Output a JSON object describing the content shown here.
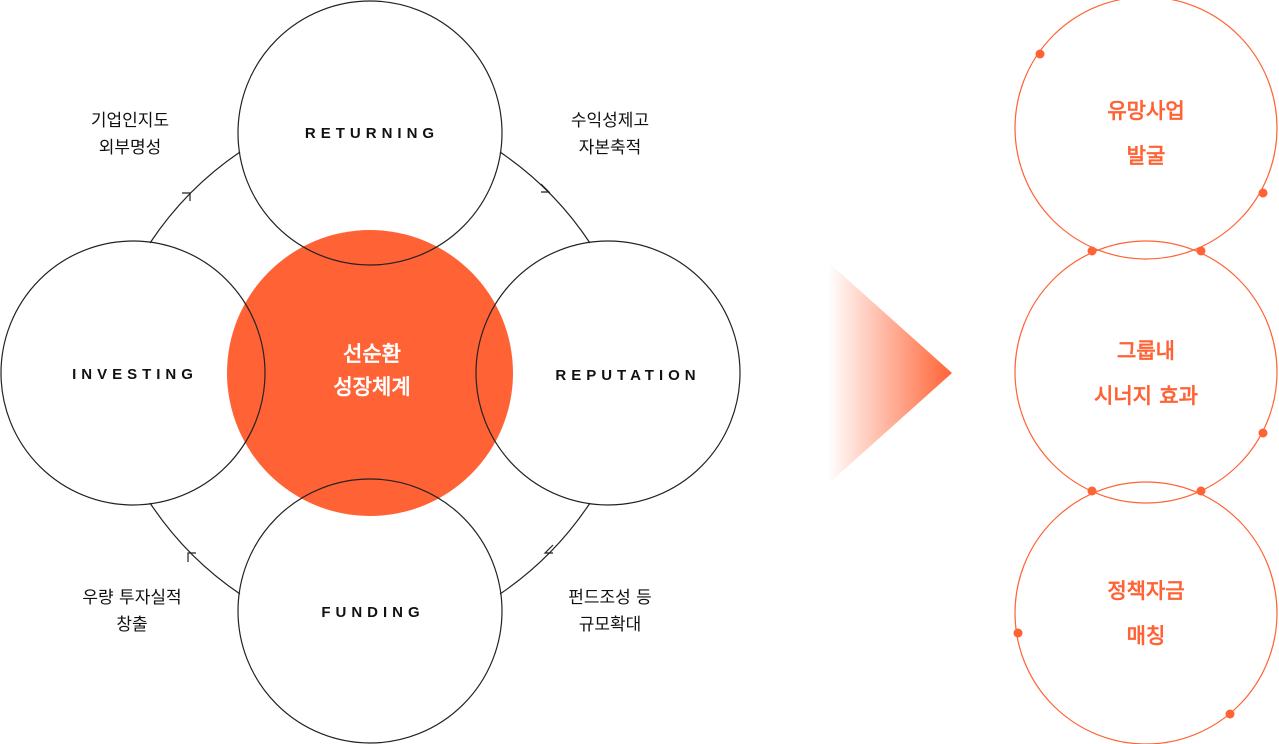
{
  "colors": {
    "accent": "#ff6335",
    "line": "#222222",
    "text": "#111111",
    "white": "#ffffff"
  },
  "cycle": {
    "core": {
      "lines": [
        "선순환",
        "성장체계"
      ]
    },
    "stages": {
      "returning": "RETURNING",
      "investing": "INVESTING",
      "reputation": "REPUTATION",
      "funding": "FUNDING"
    },
    "transitions": {
      "top_left": [
        "기업인지도",
        "외부명성"
      ],
      "top_right": [
        "수익성제고",
        "자본축적"
      ],
      "bottom_left": [
        "우량 투자실적",
        "창출"
      ],
      "bottom_right": [
        "펀드조성 등",
        "규모확대"
      ]
    }
  },
  "arrow": {
    "icon": "gradient-triangle-arrow"
  },
  "outcomes": [
    {
      "lines": [
        "유망사업",
        "발굴"
      ]
    },
    {
      "lines": [
        "그룹내",
        "시너지 효과"
      ]
    },
    {
      "lines": [
        "정책자금",
        "매칭"
      ]
    }
  ]
}
